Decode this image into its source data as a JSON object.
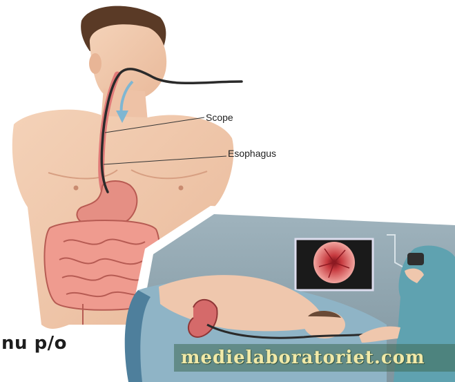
{
  "labels": {
    "scope": "Scope",
    "esophagus": "Esophagus"
  },
  "caption": "nu p/o",
  "watermark": "medielaboratoriet.com"
}
